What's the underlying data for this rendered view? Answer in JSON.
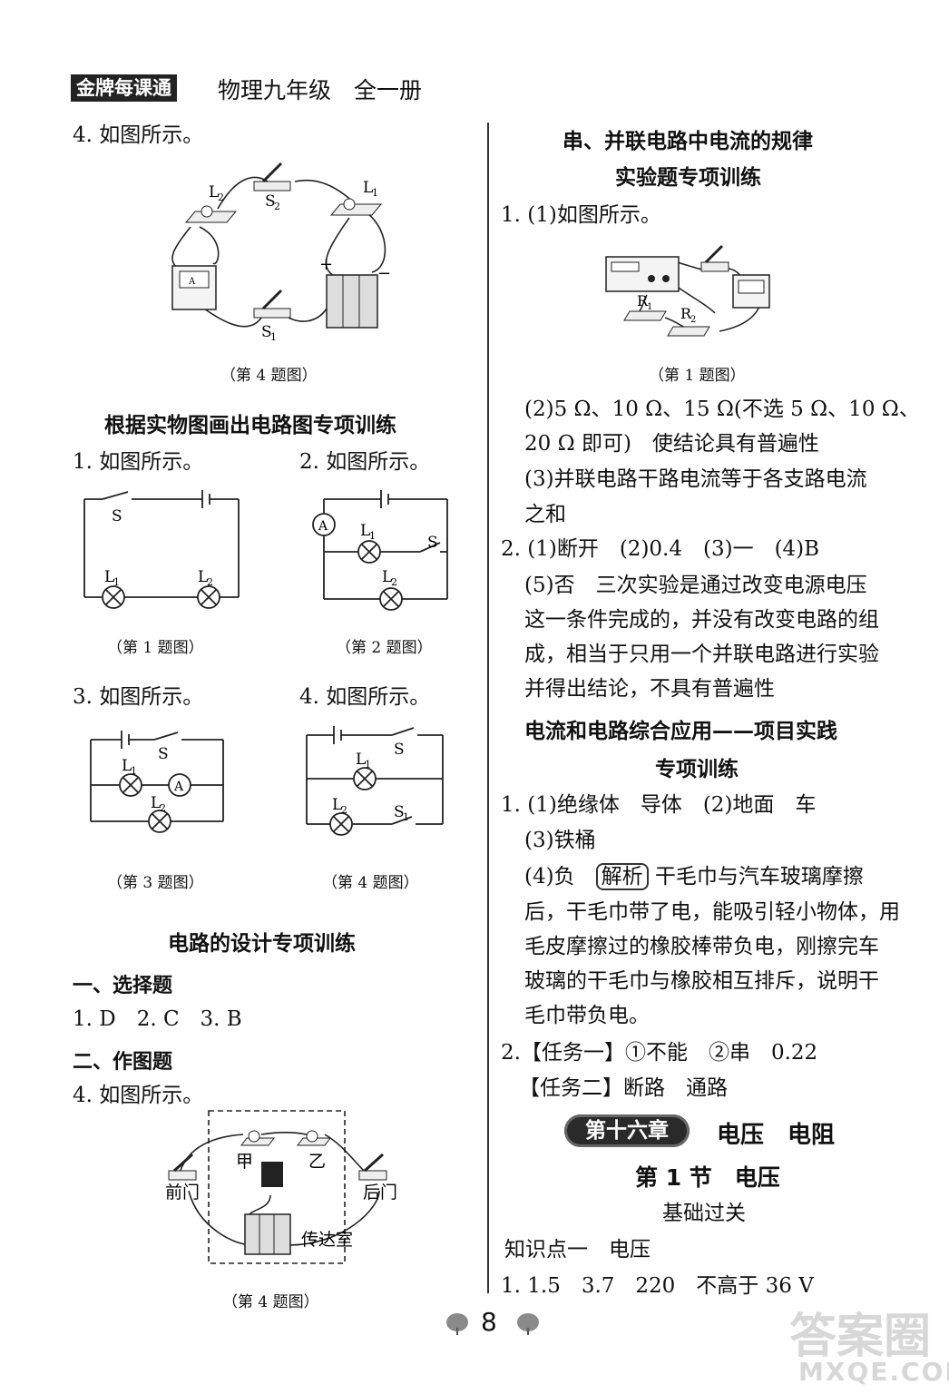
{
  "header": {
    "brand": "金牌每课通",
    "subject": "物理九年级　全一册"
  },
  "left": {
    "q4_top": {
      "text": "4. 如图所示。",
      "caption": "（第 4 题图）"
    },
    "section1": {
      "title": "根据实物图画出电路图专项训练",
      "items": [
        {
          "text": "1. 如图所示。",
          "caption": "（第 1 题图）"
        },
        {
          "text": "2. 如图所示。",
          "caption": "（第 2 题图）"
        },
        {
          "text": "3. 如图所示。",
          "caption": "（第 3 题图）"
        },
        {
          "text": "4. 如图所示。",
          "caption": "（第 4 题图）"
        }
      ]
    },
    "section2": {
      "title": "电路的设计专项训练",
      "part1": "一、选择题",
      "answers": "1. D　2. C　3. B",
      "part2": "二、作图题",
      "q4": "4. 如图所示。",
      "caption": "（第 4 题图）",
      "labels": {
        "front": "前门",
        "back": "后门",
        "jia": "甲",
        "yi": "乙",
        "room": "传达室"
      }
    }
  },
  "right": {
    "title1": "串、并联电路中电流的规律",
    "title2": "实验题专项训练",
    "q1": {
      "line1": "1. (1)如图所示。",
      "caption": "（第 1 题图）",
      "l2": "(2)5 Ω、10 Ω、15 Ω(不选 5 Ω、10 Ω、",
      "l3": "20 Ω 即可)　使结论具有普遍性",
      "l4": "(3)并联电路干路电流等于各支路电流",
      "l5": "之和"
    },
    "q2": {
      "l1": "2. (1)断开　(2)0.4　(3)一　(4)B",
      "l2": "(5)否　三次实验是通过改变电源电压",
      "l3": "这一条件完成的，并没有改变电路的组",
      "l4": "成，相当于只用一个并联电路进行实验",
      "l5": "并得出结论，不具有普遍性"
    },
    "title3": "电流和电路综合应用——项目实践",
    "title4": "专项训练",
    "q3": {
      "l1": "1. (1)绝缘体　导体　(2)地面　车",
      "l2": "(3)铁桶",
      "l3_pre": "(4)负　",
      "tag": "解析",
      "l3_post": " 干毛巾与汽车玻璃摩擦",
      "l4": "后，干毛巾带了电，能吸引轻小物体，用",
      "l5": "毛皮摩擦过的橡胶棒带负电，刚擦完车",
      "l6": "玻璃的干毛巾与橡胶相互排斥，说明干",
      "l7": "毛巾带负电。"
    },
    "q4": {
      "l1": "2.【任务一】①不能　②串　0.22",
      "l2": "【任务二】断路　通路"
    },
    "chapter": {
      "badge": "第十六章",
      "title": "电压　电阻"
    },
    "section": "第 1 节　电压",
    "sub": "基础过关",
    "kp": "知识点一　电压",
    "last": "1. 1.5　3.7　220　不高于 36 V"
  },
  "circuit_labels": {
    "L1": "L",
    "L2": "L",
    "S": "S",
    "S1": "S",
    "S2": "S",
    "sub1": "1",
    "sub2": "2",
    "A": "A",
    "R": "R",
    "plus": "+",
    "minus": "−"
  },
  "footer": {
    "page": "8"
  },
  "watermark": {
    "main": "答案圈",
    "url": "MXQE.COM"
  }
}
